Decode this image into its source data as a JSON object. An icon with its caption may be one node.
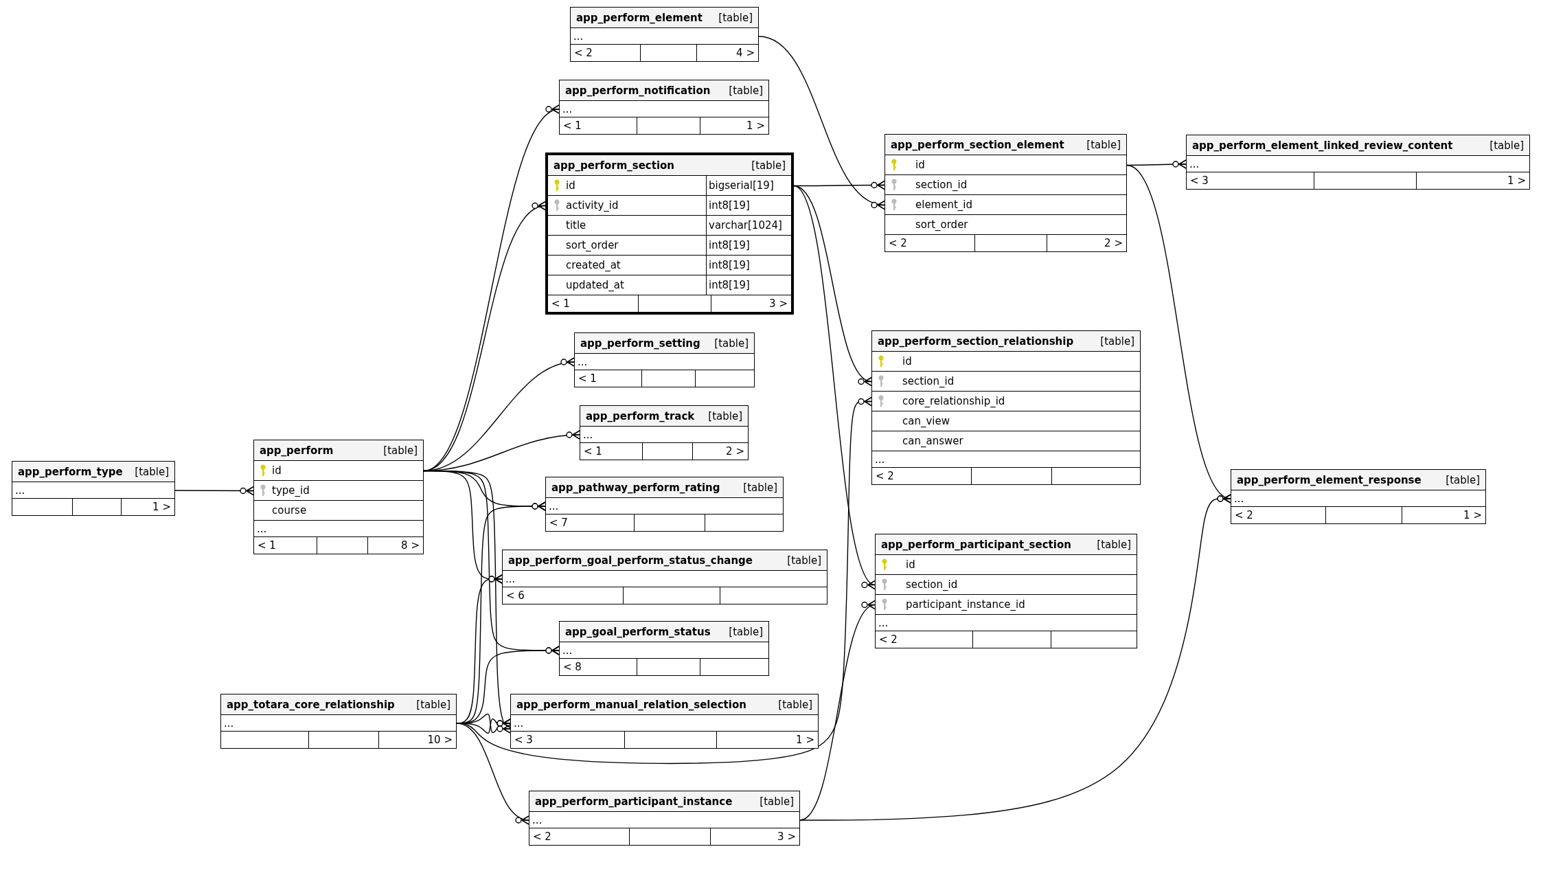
{
  "diagram": {
    "nodes": [
      {
        "text": [
          "app_perform_type",
          "[table]",
          "1 >"
        ]
      },
      {
        "text": [
          "..."
        ],
        "in": 0
      },
      {
        "text": [
          "app_perform",
          "[table]",
          "< 1",
          "8 >"
        ]
      },
      {
        "text": [
          "id"
        ],
        "in": 2
      },
      {
        "text": [
          "type_id"
        ],
        "in": 2
      },
      {
        "text": [
          "course"
        ],
        "in": 2
      },
      {
        "text": [
          "..."
        ],
        "in": 2
      },
      {
        "text": [
          "app_totara_core_relationship",
          "[table]",
          "10 >"
        ]
      },
      {
        "text": [
          "..."
        ],
        "in": 7
      },
      {
        "text": [
          "app_perform_element",
          "[table]",
          "< 2",
          "4 >"
        ]
      },
      {
        "text": [
          "..."
        ],
        "in": 9
      },
      {
        "text": [
          "app_perform_notification",
          "[table]",
          "< 1",
          "1 >"
        ]
      },
      {
        "text": [
          "..."
        ],
        "in": 11
      },
      {
        "text": [
          "app_perform_section",
          "[table]",
          "< 1",
          "3 >"
        ]
      },
      {
        "text": [
          "id",
          "bigserial[19]"
        ],
        "in": 13
      },
      {
        "text": [
          "activity_id",
          "int8[19]"
        ],
        "in": 13
      },
      {
        "text": [
          "title",
          "varchar[1024]"
        ],
        "in": 13
      },
      {
        "text": [
          "sort_order",
          "int8[19]"
        ],
        "in": 13
      },
      {
        "text": [
          "created_at",
          "int8[19]"
        ],
        "in": 13
      },
      {
        "text": [
          "updated_at",
          "int8[19]"
        ],
        "in": 13
      },
      {
        "text": [
          "app_perform_setting",
          "[table]",
          "< 1"
        ]
      },
      {
        "text": [
          "..."
        ],
        "in": 20
      },
      {
        "text": [
          "app_perform_track",
          "[table]",
          "< 1",
          "2 >"
        ]
      },
      {
        "text": [
          "..."
        ],
        "in": 22
      },
      {
        "text": [
          "app_pathway_perform_rating",
          "[table]",
          "< 7"
        ]
      },
      {
        "text": [
          "..."
        ],
        "in": 24
      },
      {
        "text": [
          "app_perform_goal_perform_status_change",
          "[table]",
          "< 6"
        ]
      },
      {
        "text": [
          "..."
        ],
        "in": 26
      },
      {
        "text": [
          "app_goal_perform_status",
          "[table]",
          "< 8"
        ]
      },
      {
        "text": [
          "..."
        ],
        "in": 28
      },
      {
        "text": [
          "app_perform_manual_relation_selection",
          "[table]",
          "< 3",
          "1 >"
        ]
      },
      {
        "text": [
          "..."
        ],
        "in": 30
      },
      {
        "text": [
          "app_perform_participant_instance",
          "[table]",
          "< 2",
          "3 >"
        ]
      },
      {
        "text": [
          "..."
        ],
        "in": 32
      },
      {
        "text": [
          "app_perform_section_element",
          "[table]",
          "< 2",
          "2 >"
        ]
      },
      {
        "text": [
          "id"
        ],
        "in": 34
      },
      {
        "text": [
          "section_id"
        ],
        "in": 34
      },
      {
        "text": [
          "element_id"
        ],
        "in": 34
      },
      {
        "text": [
          "sort_order"
        ],
        "in": 34
      },
      {
        "text": [
          "app_perform_section_relationship",
          "[table]",
          "< 2"
        ]
      },
      {
        "text": [
          "id"
        ],
        "in": 39
      },
      {
        "text": [
          "section_id"
        ],
        "in": 39
      },
      {
        "text": [
          "core_relationship_id"
        ],
        "in": 39
      },
      {
        "text": [
          "can_view"
        ],
        "in": 39
      },
      {
        "text": [
          "can_answer"
        ],
        "in": 39
      },
      {
        "text": [
          "..."
        ],
        "in": 39
      },
      {
        "text": [
          "app_perform_participant_section",
          "[table]",
          "< 2"
        ]
      },
      {
        "text": [
          "id"
        ],
        "in": 46
      },
      {
        "text": [
          "section_id"
        ],
        "in": 46
      },
      {
        "text": [
          "participant_instance_id"
        ],
        "in": 46
      },
      {
        "text": [
          "..."
        ],
        "in": 46
      },
      {
        "text": [
          "app_perform_element_linked_review_content",
          "[table]",
          "< 3",
          "1 >"
        ]
      },
      {
        "text": [
          "..."
        ],
        "in": 51
      },
      {
        "text": [
          "app_perform_element_response",
          "[table]",
          "< 2",
          "1 >"
        ]
      },
      {
        "text": [
          "..."
        ],
        "in": 53
      }
    ],
    "edges": [
      {
        "from": 1,
        "to": 4,
        "arrow": "other"
      },
      {
        "from": 3,
        "to": 12,
        "arrow": "other"
      },
      {
        "from": 3,
        "to": 15,
        "arrow": "other"
      },
      {
        "from": 3,
        "to": 21,
        "arrow": "other"
      },
      {
        "from": 3,
        "to": 23,
        "arrow": "other"
      },
      {
        "from": 3,
        "to": 25,
        "arrow": "other"
      },
      {
        "from": 3,
        "to": 27,
        "arrow": "other"
      },
      {
        "from": 3,
        "to": 29,
        "arrow": "other"
      },
      {
        "from": 3,
        "to": 31,
        "arrow": "other"
      },
      {
        "from": 8,
        "to": 25,
        "arrow": "other"
      },
      {
        "from": 8,
        "to": 27,
        "arrow": "other"
      },
      {
        "from": 8,
        "to": 29,
        "arrow": "other"
      },
      {
        "from": 8,
        "to": 31,
        "arrow": "other"
      },
      {
        "from": 8,
        "to": 31,
        "arrow": "other"
      },
      {
        "from": 8,
        "to": 33,
        "arrow": "other"
      },
      {
        "from": 8,
        "to": 42,
        "arrow": "other"
      },
      {
        "from": 10,
        "to": 37,
        "arrow": "other"
      },
      {
        "from": 14,
        "to": 36,
        "arrow": "other"
      },
      {
        "from": 14,
        "to": 41,
        "arrow": "other"
      },
      {
        "from": 14,
        "to": 48,
        "arrow": "other"
      },
      {
        "from": 35,
        "to": 52,
        "arrow": "other"
      },
      {
        "from": 35,
        "to": 54,
        "arrow": "other"
      },
      {
        "from": 33,
        "to": 49,
        "arrow": "other"
      },
      {
        "from": 33,
        "to": 54,
        "arrow": "other"
      }
    ]
  }
}
